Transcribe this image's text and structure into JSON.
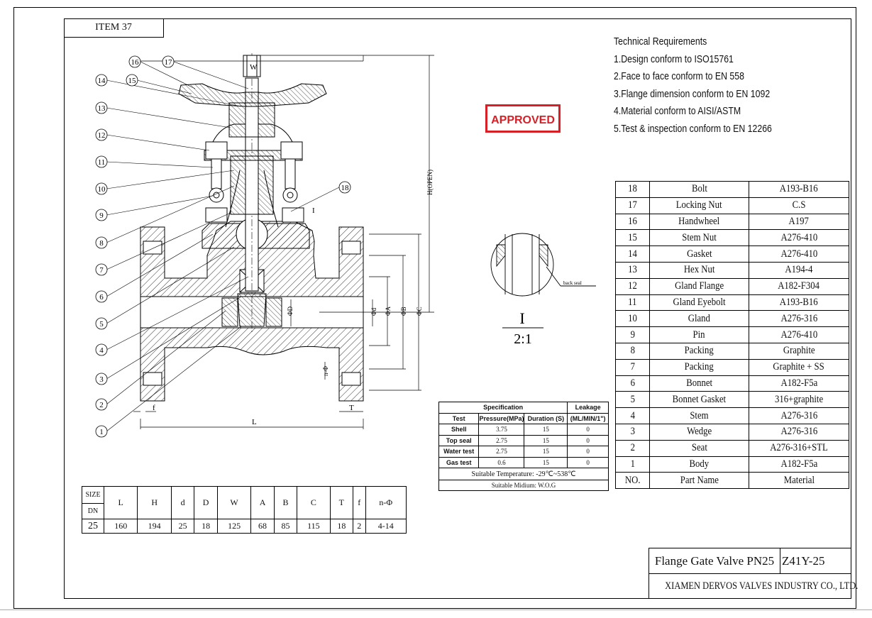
{
  "item_label": "ITEM 37",
  "stamp": "APPROVED",
  "tech_requirements": [
    "Technical Requirements",
    "1.Design conform to ISO15761",
    "2.Face to face conform to EN 558",
    "3.Flange dimension conform to EN 1092",
    "4.Material conform to AISI/ASTM",
    "5.Test & inspection conform to EN 12266"
  ],
  "parts": [
    {
      "no": "18",
      "name": "Bolt",
      "material": "A193-B16"
    },
    {
      "no": "17",
      "name": "Locking Nut",
      "material": "C.S"
    },
    {
      "no": "16",
      "name": "Handwheel",
      "material": "A197"
    },
    {
      "no": "15",
      "name": "Stem Nut",
      "material": "A276-410"
    },
    {
      "no": "14",
      "name": "Gasket",
      "material": "A276-410"
    },
    {
      "no": "13",
      "name": "Hex Nut",
      "material": "A194-4"
    },
    {
      "no": "12",
      "name": "Gland Flange",
      "material": "A182-F304"
    },
    {
      "no": "11",
      "name": "Gland Eyebolt",
      "material": "A193-B16"
    },
    {
      "no": "10",
      "name": "Gland",
      "material": "A276-316"
    },
    {
      "no": "9",
      "name": "Pin",
      "material": "A276-410"
    },
    {
      "no": "8",
      "name": "Packing",
      "material": "Graphite"
    },
    {
      "no": "7",
      "name": "Packing",
      "material": "Graphite + SS"
    },
    {
      "no": "6",
      "name": "Bonnet",
      "material": "A182-F5a"
    },
    {
      "no": "5",
      "name": "Bonnet Gasket",
      "material": "316+graphite"
    },
    {
      "no": "4",
      "name": "Stem",
      "material": "A276-316"
    },
    {
      "no": "3",
      "name": "Wedge",
      "material": "A276-316"
    },
    {
      "no": "2",
      "name": "Seat",
      "material": "A276-316+STL"
    },
    {
      "no": "1",
      "name": "Body",
      "material": "A182-F5a"
    }
  ],
  "parts_header": {
    "no": "NO.",
    "name": "Part Name",
    "material": "Material"
  },
  "spec": {
    "h_spec": "Specification",
    "h_leak": "Leakage",
    "h_test": "Test",
    "h_pressure": "Pressure(MPa)",
    "h_duration": "Duration (S)",
    "h_leak_unit": "(ML/MIN/1\")",
    "rows": [
      {
        "test": "Shell",
        "pressure": "3.75",
        "duration": "15",
        "leakage": "0"
      },
      {
        "test": "Top seal",
        "pressure": "2.75",
        "duration": "15",
        "leakage": "0"
      },
      {
        "test": "Water test",
        "pressure": "2.75",
        "duration": "15",
        "leakage": "0"
      },
      {
        "test": "Gas test",
        "pressure": "0.6",
        "duration": "15",
        "leakage": "0"
      }
    ],
    "temperature": "Suitable Temperature: -29℃~538℃",
    "medium": "Suitable Midium: W.O.G"
  },
  "dims": {
    "size_label": "SIZE",
    "dn_label": "DN",
    "headers": [
      "L",
      "H",
      "d",
      "D",
      "W",
      "A",
      "B",
      "C",
      "T",
      "f",
      "n-Φ"
    ],
    "values": [
      "160",
      "194",
      "25",
      "18",
      "125",
      "68",
      "85",
      "115",
      "18",
      "2",
      "4-14"
    ],
    "dn": "25"
  },
  "title_block": {
    "name": "Flange Gate Valve PN25",
    "model": "Z41Y-25",
    "company": "XIAMEN DERVOS VALVES INDUSTRY CO., LTD."
  },
  "drawing": {
    "callouts": [
      "1",
      "2",
      "3",
      "4",
      "5",
      "6",
      "7",
      "8",
      "9",
      "10",
      "11",
      "12",
      "13",
      "14",
      "15",
      "16",
      "17",
      "18"
    ],
    "dim_labels": {
      "W": "W",
      "H": "H(OPEN)",
      "L": "L",
      "T": "T",
      "f": "f",
      "d": "Φd",
      "A": "ΦA",
      "B": "ΦB",
      "C": "ΦC",
      "D": "ΦD",
      "n": "n-Φ",
      "I": "I"
    },
    "detail_label": "I",
    "detail_scale": "2:1",
    "back_seal": "back seal"
  }
}
